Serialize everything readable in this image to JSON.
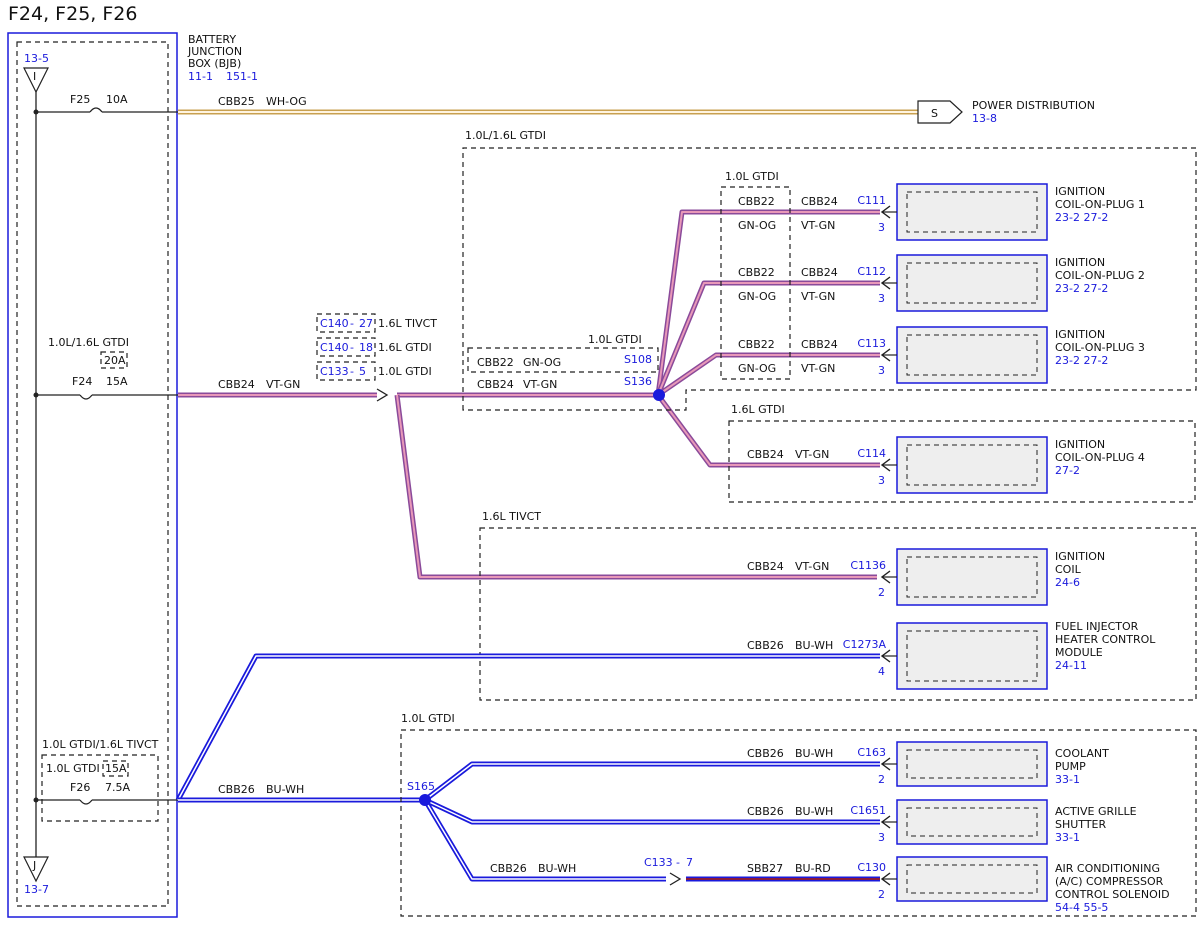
{
  "title": "F24, F25, F26",
  "colors": {
    "blue": "#1a1adc",
    "vt_gn_outer": "#8a4a9a",
    "vt_gn_inner": "#e898b8",
    "bu_wh_outer": "#1a1adc",
    "wh_og_outer": "#c8a050",
    "wh_og_inner": "#fff4e0",
    "box_fill": "#eeeeee"
  },
  "bjb": {
    "label_l1": "BATTERY",
    "label_l2": "JUNCTION",
    "label_l3": "BOX (BJB)",
    "ref1": "11-1",
    "ref2": "151-1",
    "top_ref": "13-5",
    "top_letter": "I",
    "bottom_ref": "13-7",
    "bottom_letter": "J"
  },
  "fuses": {
    "f25": {
      "name": "F25",
      "rating": "10A"
    },
    "f24": {
      "name": "F24",
      "rating": "15A",
      "variant": "1.0L/1.6L GTDI",
      "variant_rating": "20A"
    },
    "f26": {
      "name": "F26",
      "rating": "7.5A",
      "variant_box": "1.0L GTDI/1.6L TIVCT",
      "variant": "1.0L GTDI",
      "variant_rating": "15A"
    }
  },
  "wires": {
    "cbb25": {
      "circuit": "CBB25",
      "color": "WH-OG"
    },
    "cbb24": {
      "circuit": "CBB24",
      "color": "VT-GN"
    },
    "cbb22": {
      "circuit": "CBB22",
      "color": "GN-OG"
    },
    "cbb26": {
      "circuit": "CBB26",
      "color": "BU-WH"
    },
    "sbb27": {
      "circuit": "SBB27",
      "color": "BU-RD"
    }
  },
  "power_dist": {
    "letter": "S",
    "label": "POWER DISTRIBUTION",
    "ref": "13-8"
  },
  "inline_connectors": [
    {
      "id": "C140",
      "pin": "27",
      "variant": "1.6L TIVCT"
    },
    {
      "id": "C140",
      "pin": "18",
      "variant": "1.6L GTDI"
    },
    {
      "id": "C133",
      "pin": "5",
      "variant": "1.0L GTDI"
    }
  ],
  "splices": {
    "s108": "S108",
    "s136": "S136",
    "s165": "S165"
  },
  "zones": {
    "gtdi_both": "1.0L/1.6L GTDI",
    "gtdi_10_a": "1.0L GTDI",
    "gtdi_10_b": "1.0L GTDI",
    "gtdi_16": "1.6L GTDI",
    "tivct_16": "1.6L TIVCT",
    "gtdi_10_c": "1.0L GTDI",
    "s108_zone": "1.0L GTDI"
  },
  "c133_7": {
    "id": "C133",
    "pin": "7"
  },
  "components": [
    {
      "connector": "C111",
      "pin": "3",
      "l1": "IGNITION",
      "l2": "COIL-ON-PLUG 1",
      "l3": "",
      "refs": "23-2    27-2"
    },
    {
      "connector": "C112",
      "pin": "3",
      "l1": "IGNITION",
      "l2": "COIL-ON-PLUG 2",
      "l3": "",
      "refs": "23-2    27-2"
    },
    {
      "connector": "C113",
      "pin": "3",
      "l1": "IGNITION",
      "l2": "COIL-ON-PLUG 3",
      "l3": "",
      "refs": "23-2    27-2"
    },
    {
      "connector": "C114",
      "pin": "3",
      "l1": "IGNITION",
      "l2": "COIL-ON-PLUG 4",
      "l3": "",
      "refs": "27-2"
    },
    {
      "connector": "C1136",
      "pin": "2",
      "l1": "IGNITION",
      "l2": "COIL",
      "l3": "",
      "refs": "24-6"
    },
    {
      "connector": "C1273A",
      "pin": "4",
      "l1": "FUEL INJECTOR",
      "l2": "HEATER CONTROL",
      "l3": "MODULE",
      "refs": "24-11"
    },
    {
      "connector": "C163",
      "pin": "2",
      "l1": "COOLANT",
      "l2": "PUMP",
      "l3": "",
      "refs": "33-1"
    },
    {
      "connector": "C1651",
      "pin": "3",
      "l1": "ACTIVE GRILLE",
      "l2": "SHUTTER",
      "l3": "",
      "refs": "33-1"
    },
    {
      "connector": "C130",
      "pin": "2",
      "l1": "AIR CONDITIONING",
      "l2": "(A/C) COMPRESSOR",
      "l3": "CONTROL SOLENOID",
      "refs": "54-4    55-5"
    }
  ]
}
